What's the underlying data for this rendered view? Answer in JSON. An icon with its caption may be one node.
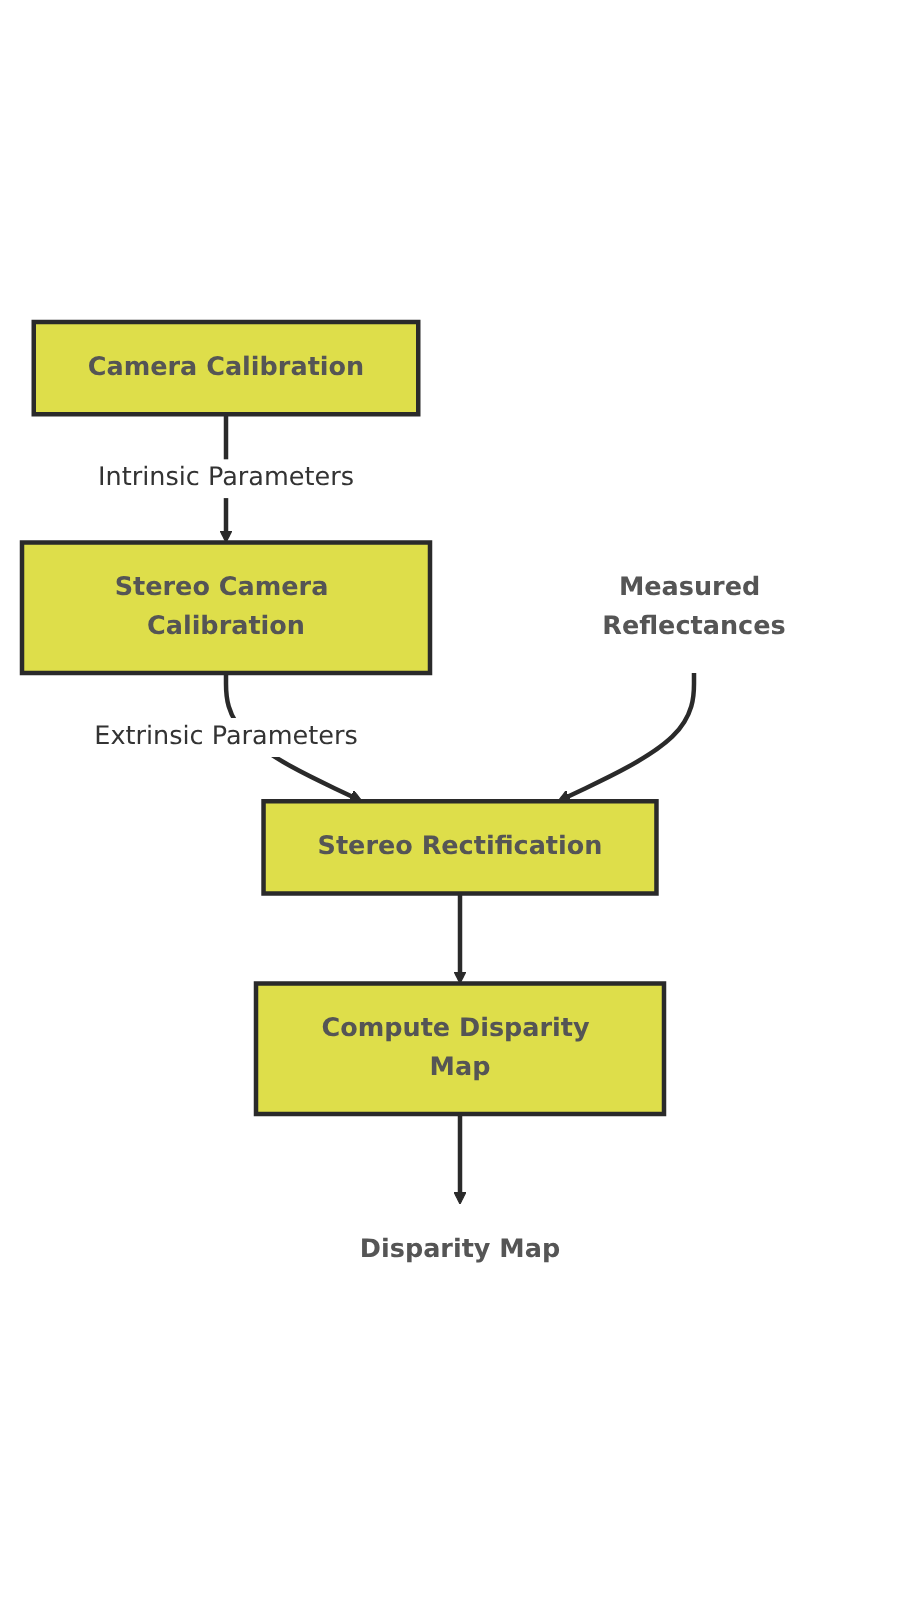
{
  "diagram": {
    "nodes": [
      {
        "text": [
          "Camera Calibration"
        ]
      },
      {
        "text": [
          "Stereo Camera Calibration"
        ]
      },
      {
        "text": [
          "Stereo Rectification"
        ]
      },
      {
        "text": [
          "Compute Disparity Map"
        ]
      },
      {
        "text": [
          "Measured Reflectances"
        ]
      },
      {
        "text": [
          "Disparity Map"
        ]
      }
    ],
    "edges": [
      {
        "from": 0,
        "to": 1,
        "arrow": "to",
        "label": "Intrinsic Parameters"
      },
      {
        "from": 1,
        "to": 2,
        "arrow": "to",
        "label": "Extrinsic Parameters"
      },
      {
        "from": 4,
        "to": 2,
        "arrow": "to"
      },
      {
        "from": 2,
        "to": 3,
        "arrow": "to"
      },
      {
        "from": 3,
        "to": 5,
        "arrow": "to"
      }
    ]
  }
}
